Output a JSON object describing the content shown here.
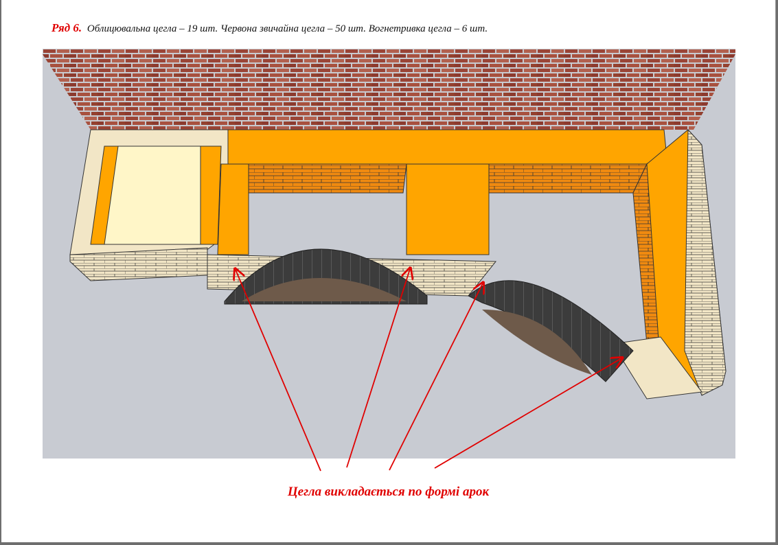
{
  "header": {
    "row_label": "Ряд 6.",
    "text": "Облицювальна цегла – 19 шт. Червона звичайна цегла – 50 шт. Вогнетривка цегла – 6 шт."
  },
  "caption": "Цегла викладається по формі арок",
  "colors": {
    "accent_red": "#e00000",
    "brick_orange": "#ffa500",
    "facing_brick": "#efe2c0",
    "refractory": "#fff6c8",
    "arch": "#3a3a3a",
    "wall": "#a0483a",
    "ground": "#c9ccd3"
  }
}
